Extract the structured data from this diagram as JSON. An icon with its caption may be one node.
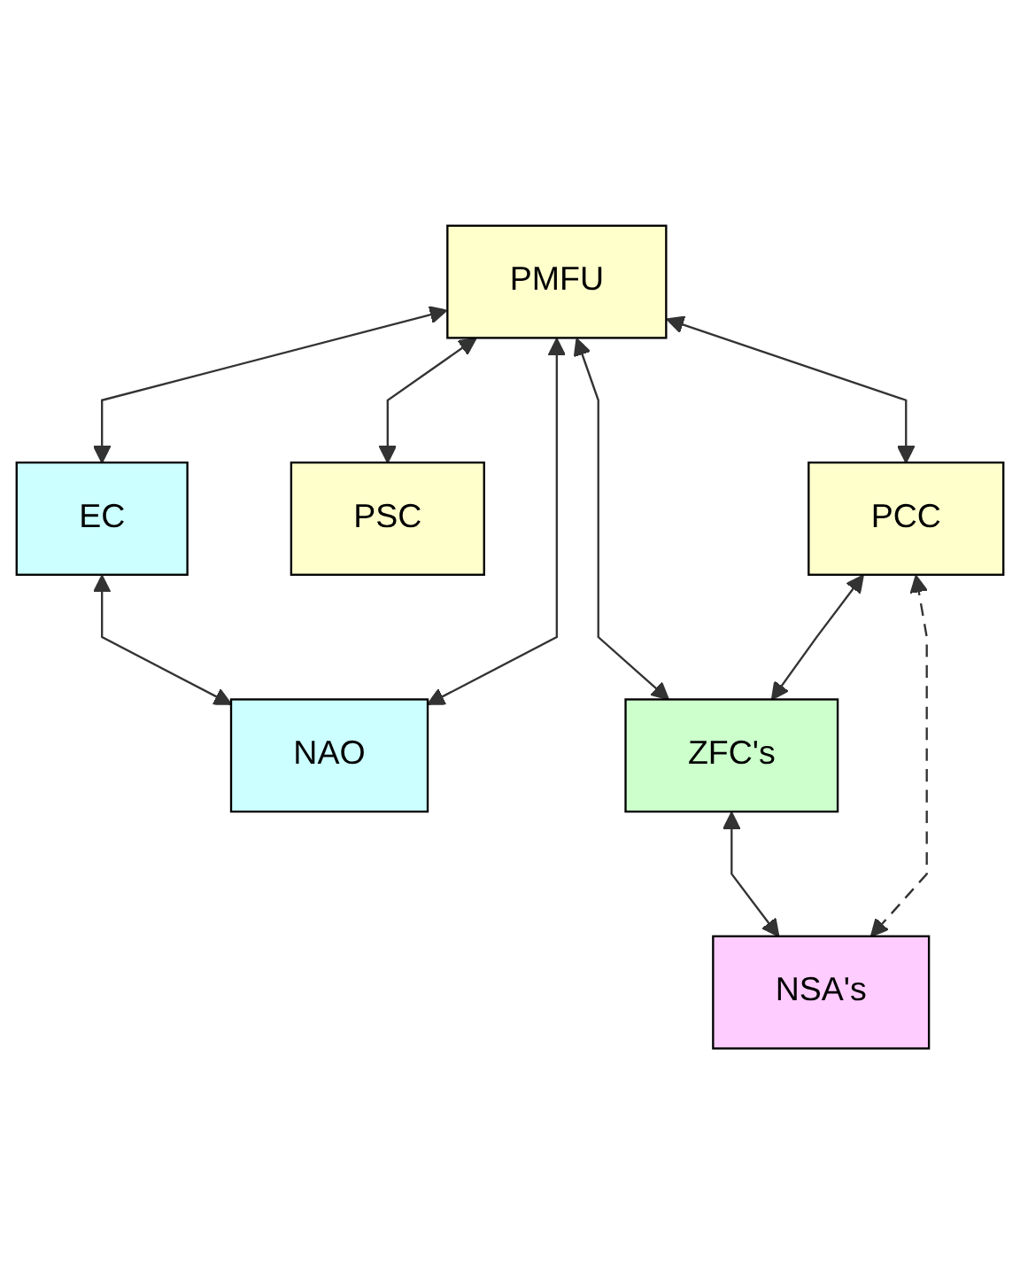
{
  "diagram": {
    "nodes": [
      {
        "text": [
          "EC"
        ]
      },
      {
        "text": [
          "NAO"
        ]
      },
      {
        "text": [
          "PSC"
        ]
      },
      {
        "text": [
          "PMFU"
        ]
      },
      {
        "text": [
          "PCC"
        ]
      },
      {
        "text": [
          "ZFC's"
        ]
      },
      {
        "text": [
          "NSA's"
        ]
      }
    ],
    "edges": [
      {
        "from": 0,
        "to": 1,
        "arrow": "both"
      },
      {
        "from": 3,
        "to": 0,
        "arrow": "both"
      },
      {
        "from": 3,
        "to": 1,
        "arrow": "both"
      },
      {
        "from": 3,
        "to": 2,
        "arrow": "both"
      },
      {
        "from": 3,
        "to": 4,
        "arrow": "both"
      },
      {
        "from": 3,
        "to": 5,
        "arrow": "both"
      },
      {
        "from": 4,
        "to": 5,
        "arrow": "both"
      },
      {
        "from": 5,
        "to": 6,
        "arrow": "both"
      },
      {
        "from": 4,
        "to": 6,
        "arrow": "both",
        "style": "dashed"
      }
    ]
  }
}
